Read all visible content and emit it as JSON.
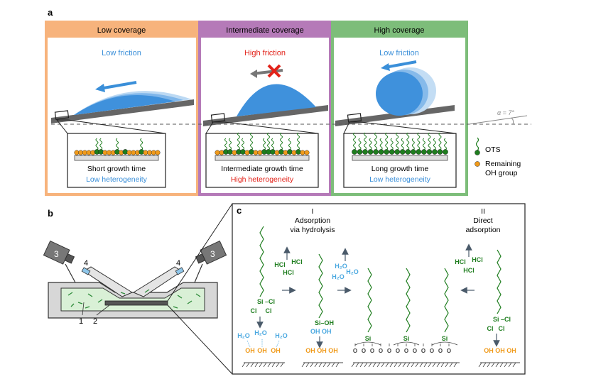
{
  "panel_a": {
    "label": "a",
    "columns": [
      {
        "header": "Low coverage",
        "friction": "Low friction",
        "growth": "Short growth time",
        "heterogeneity": "Low heterogeneity",
        "color": "#f7b37c"
      },
      {
        "header": "Intermediate coverage",
        "friction": "High friction",
        "growth": "Intermediate growth time",
        "heterogeneity": "High heterogeneity",
        "color": "#b57ab8"
      },
      {
        "header": "High coverage",
        "friction": "Low friction",
        "growth": "Long growth time",
        "heterogeneity": "Low heterogeneity",
        "color": "#7dbd7a"
      }
    ],
    "angle_label": "α = 7°",
    "legend": {
      "ots": "OTS",
      "oh_line1": "Remaining",
      "oh_line2": "OH group"
    }
  },
  "panel_b": {
    "label": "b",
    "callouts": {
      "camera_left": "3",
      "camera_right": "3",
      "port_left": "4",
      "port_right": "4",
      "liquid": "1",
      "substrate": "2"
    }
  },
  "panel_c": {
    "label": "c",
    "route1": {
      "numeral": "I",
      "line1": "Adsorption",
      "line2": "via hydrolysis"
    },
    "route2": {
      "numeral": "II",
      "line1": "Direct",
      "line2": "adsorption"
    },
    "hcl": "HCl",
    "water": "H₂O",
    "si": "Si",
    "cl": "Cl",
    "oh": "OH",
    "o": "O"
  },
  "colors": {
    "friction_low": "#3a8fd9",
    "friction_high": "#e2231a",
    "drop": "#4a9ce0",
    "ots": "#1e7d1e",
    "oh": "#f09a1a",
    "water": "#4aa8e0"
  }
}
